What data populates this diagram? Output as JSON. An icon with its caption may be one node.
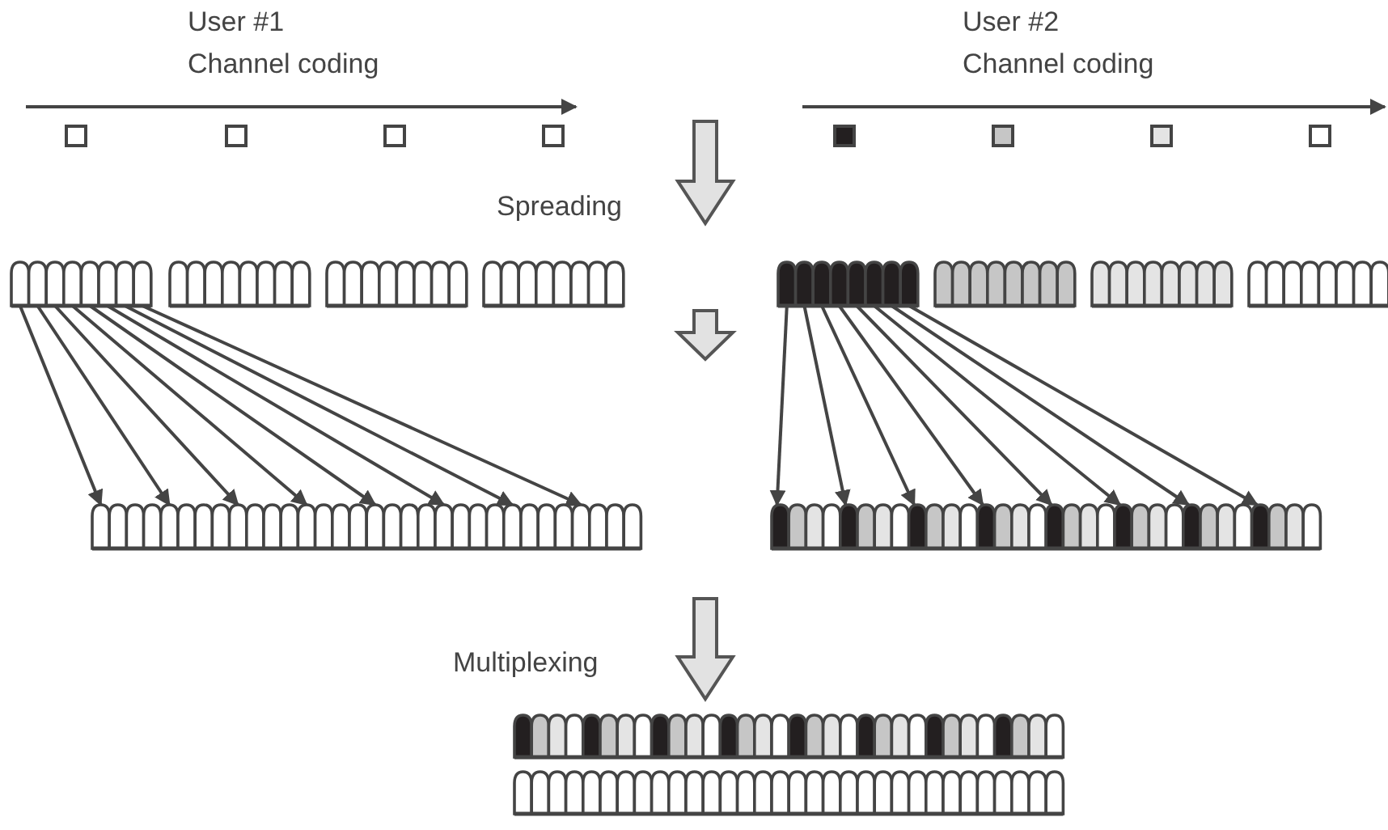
{
  "diagram": {
    "nodes": [
      {
        "text": [],
        "shape": "bar"
      },
      {
        "text": [],
        "shape": "bar"
      },
      {
        "text": [],
        "shape": "bar"
      },
      {
        "text": [],
        "shape": "bar"
      },
      {
        "text": [],
        "shape": "bar"
      },
      {
        "text": [],
        "shape": "bar"
      },
      {
        "text": [],
        "shape": "bar"
      },
      {
        "text": [],
        "shape": "bar"
      },
      {
        "text": [],
        "shape": "bar"
      },
      {
        "text": [],
        "shape": "bar"
      },
      {
        "text": [],
        "shape": "bar"
      },
      {
        "text": [],
        "shape": "bar"
      }
    ],
    "edges": [
      {
        "from": 0,
        "to": 8,
        "arrow": "to"
      },
      {
        "from": 0,
        "to": 8,
        "arrow": "to"
      },
      {
        "from": 0,
        "to": 8,
        "arrow": "to"
      },
      {
        "from": 0,
        "to": 8,
        "arrow": "to"
      },
      {
        "from": 0,
        "to": 8,
        "arrow": "to"
      },
      {
        "from": 0,
        "to": 8,
        "arrow": "to"
      },
      {
        "from": 0,
        "to": 8,
        "arrow": "to"
      },
      {
        "from": 0,
        "to": 8,
        "arrow": "to"
      },
      {
        "from": 4,
        "to": 9,
        "arrow": "to"
      },
      {
        "from": 4,
        "to": 9,
        "arrow": "to"
      },
      {
        "from": 4,
        "to": 9,
        "arrow": "to"
      },
      {
        "from": 4,
        "to": 9,
        "arrow": "to"
      },
      {
        "from": 4,
        "to": 9,
        "arrow": "to"
      },
      {
        "from": 4,
        "to": 9,
        "arrow": "to"
      },
      {
        "from": 4,
        "to": 9,
        "arrow": "to"
      },
      {
        "from": 4,
        "to": 9,
        "arrow": "to"
      }
    ],
    "labels": [
      "User #1",
      "Channel coding",
      "User #2",
      "Channel coding",
      "Spreading",
      "Multiplexing"
    ]
  }
}
